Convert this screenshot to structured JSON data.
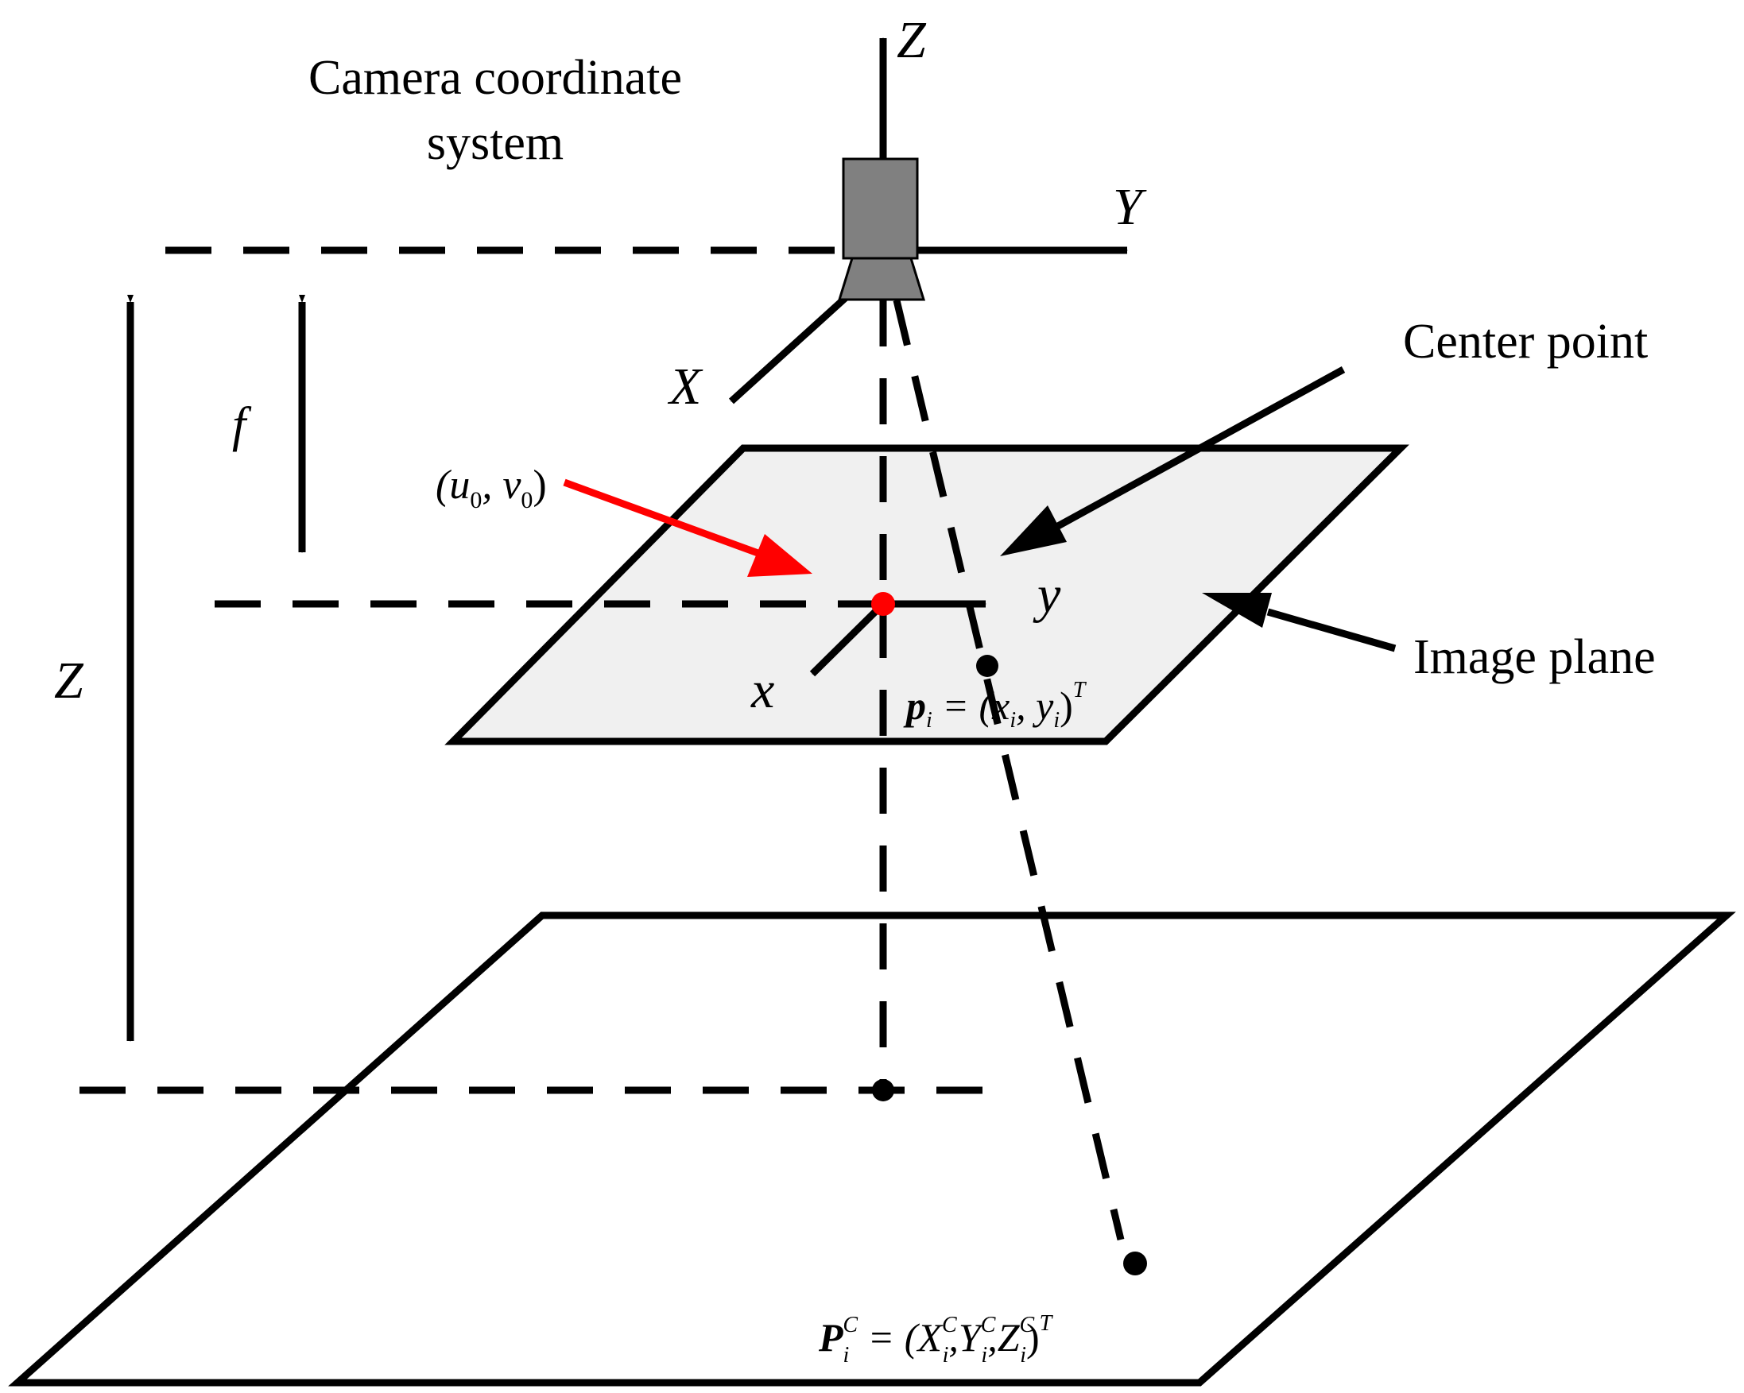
{
  "labels": {
    "camera_system_line1": "Camera coordinate",
    "camera_system_line2": "system",
    "axis_Z_top": "Z",
    "axis_Y": "Y",
    "axis_X": "X",
    "focal_length": "f",
    "principal_point": "(u",
    "principal_point_sub_u": "0",
    "principal_point_sep": ", v",
    "principal_point_sub_v": "0",
    "principal_point_close": ")",
    "image_axis_y": "y",
    "image_axis_x": "x",
    "center_point": "Center point",
    "image_plane": "Image plane",
    "depth_Z": "Z",
    "image_point_p": "p",
    "image_point_sub": "i",
    "image_point_eq": " = (x",
    "image_point_sub_x": "i",
    "image_point_sep": ", y",
    "image_point_sub_y": "i",
    "image_point_close": ")",
    "image_point_sup": "T",
    "world_point_P": "P",
    "world_point_sub": "i",
    "world_point_sup": "C",
    "world_point_eq": " = (X",
    "world_point_X_sub": "i",
    "world_point_X_sup": "C",
    "world_point_comma1": ",Y",
    "world_point_Y_sub": "i",
    "world_point_Y_sup": "C",
    "world_point_comma2": ",Z",
    "world_point_Z_sub": "i",
    "world_point_Z_sup": "C",
    "world_point_close": ")",
    "world_point_T": "T"
  },
  "colors": {
    "line": "#000000",
    "principal_point": "#ff0000",
    "camera_body": "#808080",
    "image_plane_fill": "#f0f0f0"
  }
}
